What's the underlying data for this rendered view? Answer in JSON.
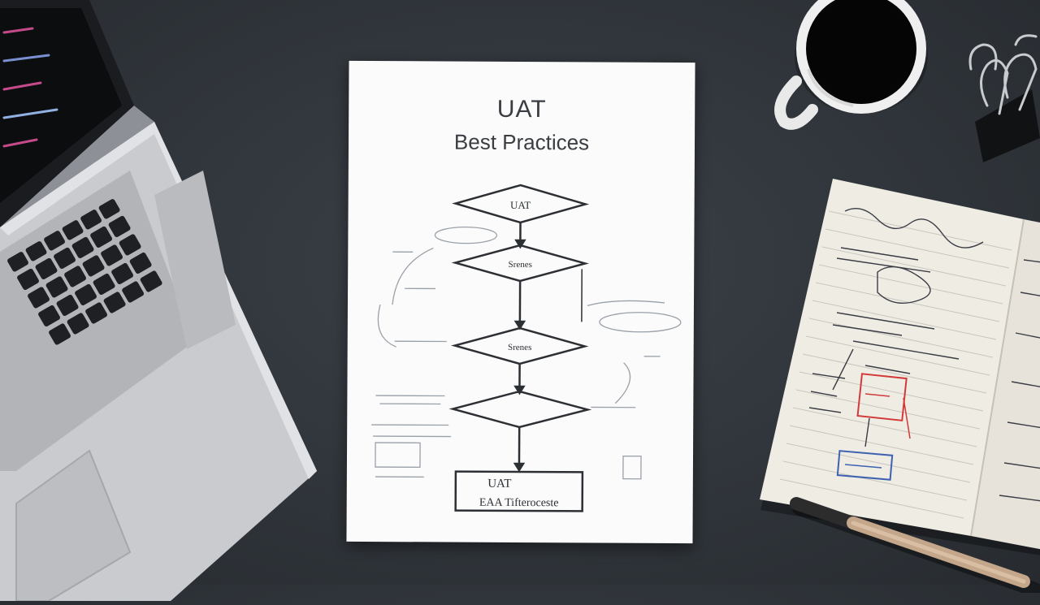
{
  "scene": {
    "document": {
      "title": "UAT",
      "subtitle": "Best Practices"
    },
    "flowchart": {
      "decision_1": "UAT",
      "decision_2": "Srenes",
      "decision_3": "Srenes",
      "decision_4": "",
      "end_box_line1": "UAT",
      "end_box_line2": "EAA Tifteroceste"
    },
    "colors": {
      "desk": "#30353b",
      "paper": "#fbfbfb",
      "ink": "#2c2f33",
      "notebook_red": "#d23a3a",
      "notebook_blue": "#3d62b0"
    }
  }
}
